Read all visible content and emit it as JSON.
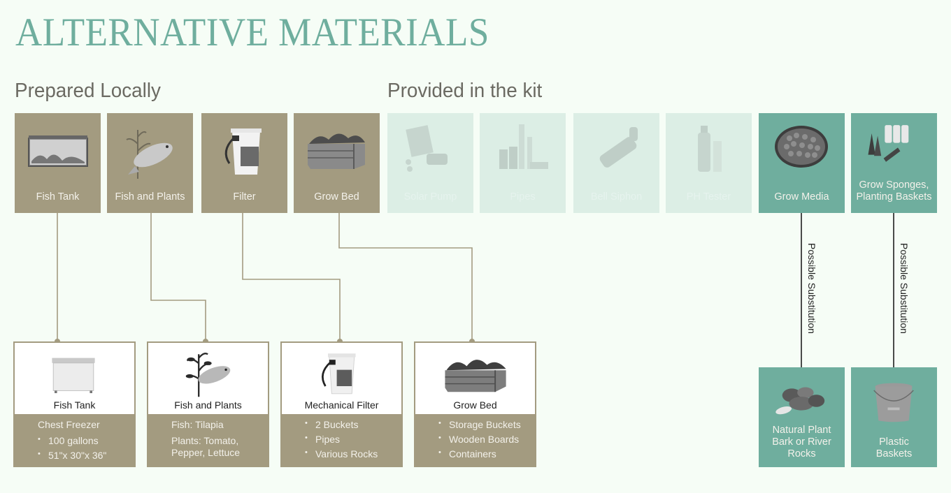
{
  "title": "ALTERNATIVE MATERIALS",
  "sections": {
    "prepared_locally": "Prepared Locally",
    "provided_in_kit": "Provided in the kit"
  },
  "colors": {
    "prepared": "#a39b80",
    "kit_highlight": "#6fae9e",
    "kit_faded": "#dceee5",
    "title": "#6fae9e"
  },
  "top_cards": [
    {
      "label": "Fish Tank",
      "icon": "fish-tank-icon",
      "group": "prepared"
    },
    {
      "label": "Fish and Plants",
      "icon": "fish-plant-icon",
      "group": "prepared"
    },
    {
      "label": "Filter",
      "icon": "bucket-filter-icon",
      "group": "prepared"
    },
    {
      "label": "Grow Bed",
      "icon": "raised-bed-icon",
      "group": "prepared"
    },
    {
      "label": "Solar Pump",
      "icon": "solar-pump-icon",
      "group": "kit-faded"
    },
    {
      "label": "Pipes",
      "icon": "pipes-icon",
      "group": "kit-faded"
    },
    {
      "label": "Bell Siphon",
      "icon": "bell-siphon-icon",
      "group": "kit-faded"
    },
    {
      "label": "PH Tester",
      "icon": "ph-tester-icon",
      "group": "kit-faded"
    },
    {
      "label": "Grow Media",
      "icon": "clay-pebbles-icon",
      "group": "kit"
    },
    {
      "label": "Grow Sponges, Planting Baskets",
      "icon": "sponges-baskets-icon",
      "group": "kit"
    }
  ],
  "alternatives": [
    {
      "title": "Fish Tank",
      "icon": "chest-freezer-icon",
      "heading": "Chest Freezer",
      "bullets": [
        "100 gallons",
        "51\"x 30\"x 36\""
      ]
    },
    {
      "title": "Fish and Plants",
      "icon": "fish-plant-icon",
      "lines": [
        "Fish: Tilapia",
        "Plants: Tomato, Pepper, Lettuce"
      ]
    },
    {
      "title": "Mechanical Filter",
      "icon": "bucket-filter-icon",
      "bullets": [
        "2 Buckets",
        "Pipes",
        "Various Rocks"
      ]
    },
    {
      "title": "Grow Bed",
      "icon": "raised-bed-icon",
      "bullets": [
        "Storage Buckets",
        "Wooden Boards",
        "Containers"
      ]
    }
  ],
  "substitutions": {
    "connector_label": "Possible Substitution",
    "items": [
      {
        "label": "Natural Plant Bark or River Rocks",
        "icon": "rocks-icon"
      },
      {
        "label": "Plastic Baskets",
        "icon": "plastic-bucket-icon"
      }
    ]
  }
}
